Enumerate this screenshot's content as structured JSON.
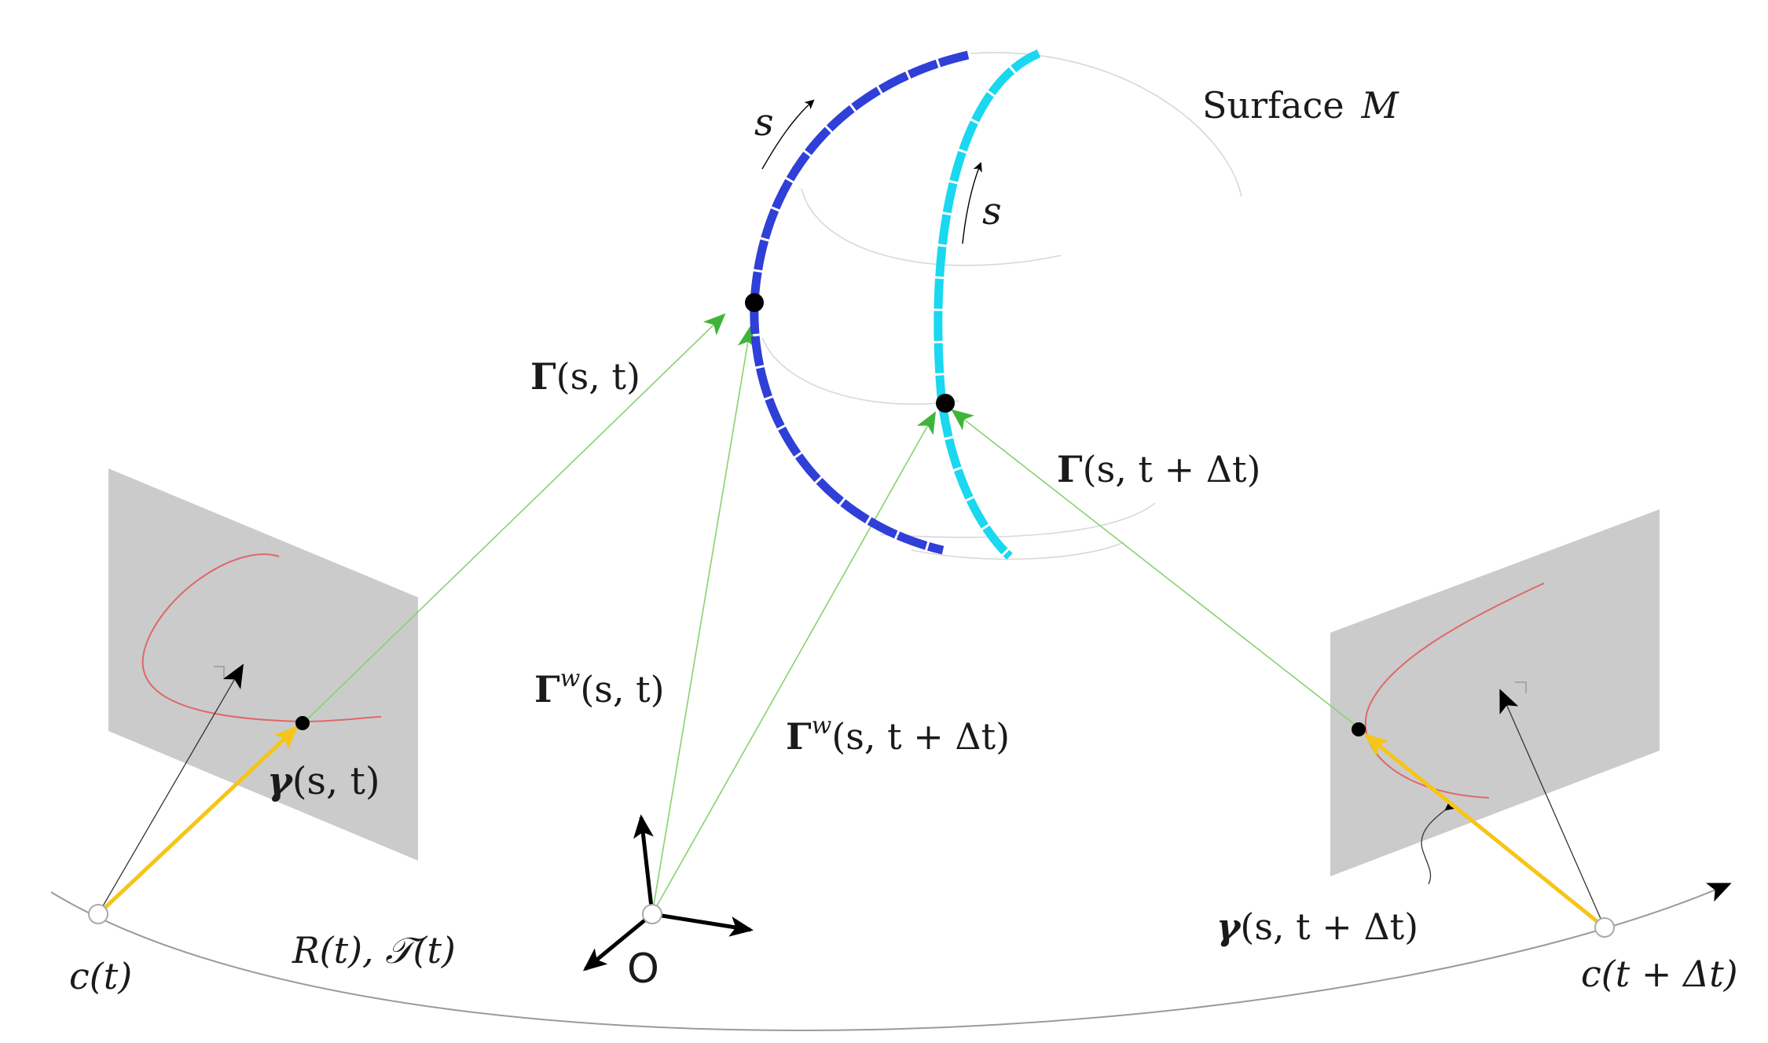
{
  "labels": {
    "surface": "Surface",
    "surface_symbol": "M",
    "s_left": "s",
    "s_right": "s",
    "Gamma_s_t": {
      "sym": "Γ",
      "args": "(s, t)"
    },
    "Gamma_s_t_dt": {
      "sym": "Γ",
      "args": "(s, t + Δt)"
    },
    "Gamma_w_s_t": {
      "sym": "Γ",
      "sup": "w",
      "args": "(s, t)"
    },
    "Gamma_w_s_t_dt": {
      "sym": "Γ",
      "sup": "w",
      "args": "(s, t + Δt)"
    },
    "gamma_s_t": {
      "sym": "γ",
      "args": "(s, t)"
    },
    "gamma_s_t_dt": {
      "sym": "γ",
      "args": "(s, t + Δt)"
    },
    "c_t": "c(t)",
    "c_t_dt": "c(t + Δt)",
    "R_T": "R(t), 𝒯(t)",
    "origin": "O"
  },
  "colors": {
    "curve_t": "#2f3fd8",
    "curve_t_dt": "#19d8ef",
    "projection_rays": "#86d36e",
    "camera_axis": "#f5c518",
    "image_plane": "#cbcbcb",
    "image_curve": "#e06060",
    "trajectory": "#9a9a9a",
    "surface_outline": "#d9d9d9"
  }
}
